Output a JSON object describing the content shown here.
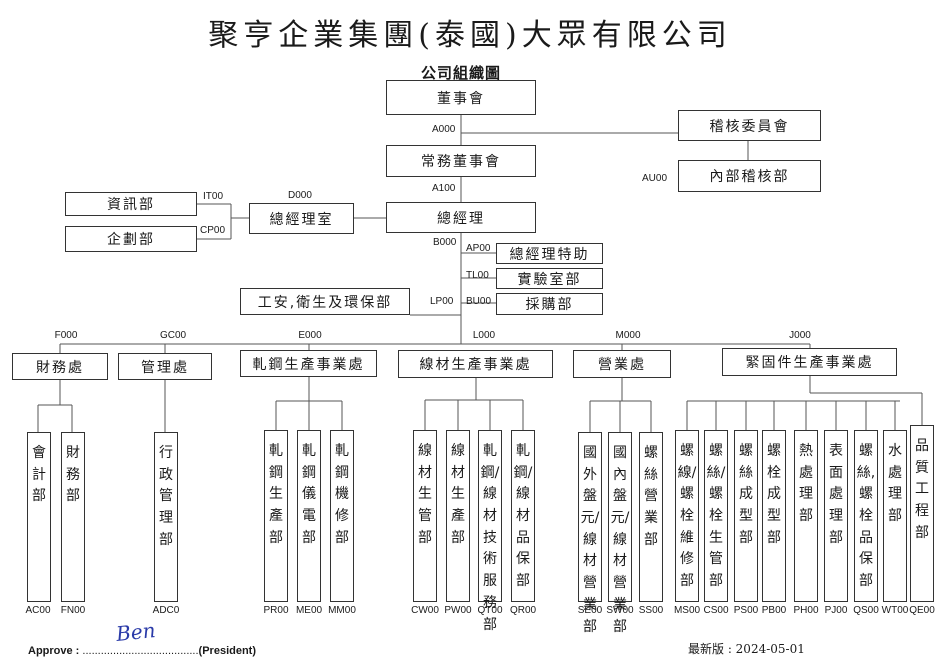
{
  "title": "聚亨企業集團(泰國)大眾有限公司",
  "subtitle": "公司組織圖",
  "nodes": {
    "board": "董事會",
    "audit_committee": "稽核委員會",
    "exec_board": "常務董事會",
    "internal_audit": "內部稽核部",
    "it": "資訊部",
    "planning": "企劃部",
    "gm_office": "總經理室",
    "gm": "總經理",
    "gm_assistant": "總經理特助",
    "lab": "實驗室部",
    "safety": "工安,衛生及環保部",
    "purchasing": "採購部",
    "finance": "財務處",
    "management": "管理處",
    "steel_division": "軋鋼生產事業處",
    "wire_division": "線材生產事業處",
    "sales": "營業處",
    "fastener_division": "緊固件生產事業處"
  },
  "codes": {
    "board": "A000",
    "exec_board": "A100",
    "internal_audit": "AU00",
    "it": "IT00",
    "planning": "CP00",
    "gm_office": "D000",
    "gm": "B000",
    "gm_assistant": "AP00",
    "lab": "TL00",
    "safety": "LP00",
    "purchasing": "BU00",
    "finance": "F000",
    "management": "GC00",
    "steel_division": "E000",
    "wire_division": "L000",
    "sales": "M000",
    "fastener_division": "J000"
  },
  "departments": [
    {
      "name": "會計部",
      "code": "AC00"
    },
    {
      "name": "財務部",
      "code": "FN00"
    },
    {
      "name": "行政管理部",
      "code": "ADC0"
    },
    {
      "name": "軋鋼生產部",
      "code": "PR00"
    },
    {
      "name": "軋鋼儀電部",
      "code": "ME00"
    },
    {
      "name": "軋鋼機修部",
      "code": "MM00"
    },
    {
      "name": "線材生管部",
      "code": "CW00"
    },
    {
      "name": "線材生產部",
      "code": "PW00"
    },
    {
      "name": "軋鋼/線材技術服務部",
      "code": "QT00"
    },
    {
      "name": "軋鋼/線材品保部",
      "code": "QR00"
    },
    {
      "name": "國外盤元/線材營業部",
      "code": "SE00"
    },
    {
      "name": "國內盤元/線材營業部",
      "code": "SW00"
    },
    {
      "name": "螺絲營業部",
      "code": "SS00"
    },
    {
      "name": "螺線/螺栓維修部",
      "code": "MS00"
    },
    {
      "name": "螺絲/螺栓生管部",
      "code": "CS00"
    },
    {
      "name": "螺絲成型部",
      "code": "PS00"
    },
    {
      "name": "螺栓成型部",
      "code": "PB00"
    },
    {
      "name": "熱處理部",
      "code": "PH00"
    },
    {
      "name": "表面處理部",
      "code": "PJ00"
    },
    {
      "name": "螺絲,螺栓品保部",
      "code": "QS00"
    },
    {
      "name": "水處理部",
      "code": "WT00"
    },
    {
      "name": "品質工程部",
      "code": "QE00"
    }
  ],
  "footer": {
    "approve_label": "Approve :",
    "approve_dots": "......................................",
    "approve_role": "(President)",
    "signature": "Ben",
    "revision": "最新版 : 2024-05-01"
  }
}
